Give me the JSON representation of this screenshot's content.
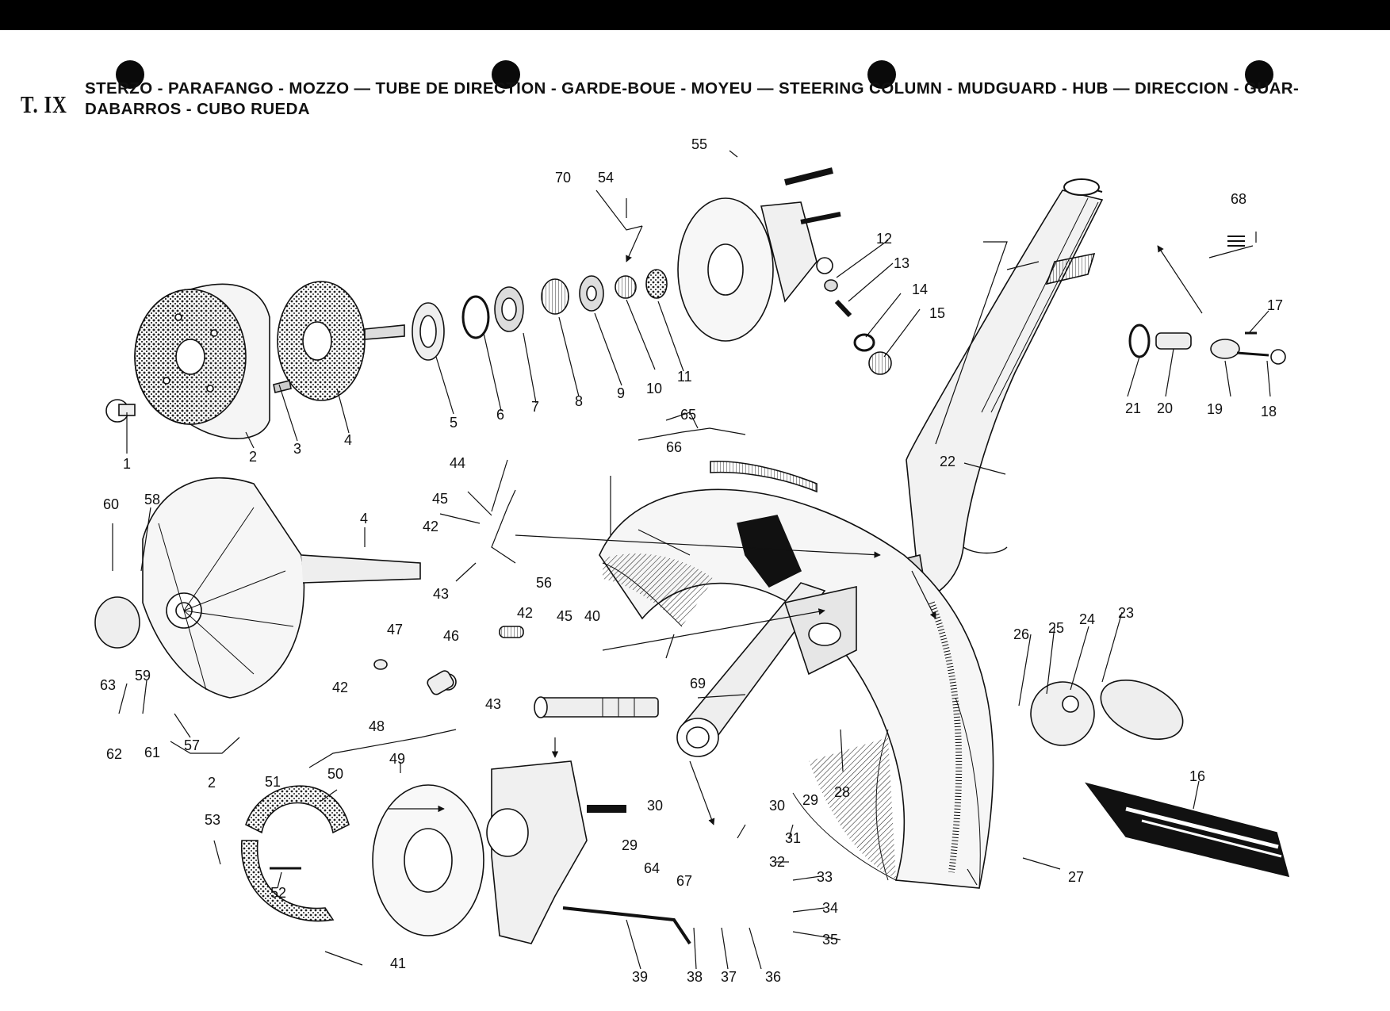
{
  "plate": {
    "label": "T. IX"
  },
  "header": {
    "line1": "STERZO - PARAFANGO - MOZZO — TUBE DE DIRECTION - GARDE-BOUE - MOYEU — STEERING COLUMN - MUDGUARD - HUB — DIRECCION - GUAR-",
    "line2": "DABARROS - CUBO RUEDA"
  },
  "parts": [
    {
      "id": "p1",
      "n": "1"
    },
    {
      "id": "p2",
      "n": "2"
    },
    {
      "id": "p3",
      "n": "3"
    },
    {
      "id": "p4",
      "n": "4"
    },
    {
      "id": "p5",
      "n": "5"
    },
    {
      "id": "p6",
      "n": "6"
    },
    {
      "id": "p7",
      "n": "7"
    },
    {
      "id": "p8",
      "n": "8"
    },
    {
      "id": "p9",
      "n": "9"
    },
    {
      "id": "p10",
      "n": "10"
    },
    {
      "id": "p11",
      "n": "11"
    },
    {
      "id": "p12",
      "n": "12"
    },
    {
      "id": "p13",
      "n": "13"
    },
    {
      "id": "p14",
      "n": "14"
    },
    {
      "id": "p15",
      "n": "15"
    },
    {
      "id": "p16",
      "n": "16"
    },
    {
      "id": "p17",
      "n": "17"
    },
    {
      "id": "p18",
      "n": "18"
    },
    {
      "id": "p19",
      "n": "19"
    },
    {
      "id": "p20",
      "n": "20"
    },
    {
      "id": "p21",
      "n": "21"
    },
    {
      "id": "p22",
      "n": "22"
    },
    {
      "id": "p23",
      "n": "23"
    },
    {
      "id": "p24",
      "n": "24"
    },
    {
      "id": "p25",
      "n": "25"
    },
    {
      "id": "p26",
      "n": "26"
    },
    {
      "id": "p27",
      "n": "27"
    },
    {
      "id": "p28",
      "n": "28"
    },
    {
      "id": "p29a",
      "n": "29"
    },
    {
      "id": "p29b",
      "n": "29"
    },
    {
      "id": "p30a",
      "n": "30"
    },
    {
      "id": "p30b",
      "n": "30"
    },
    {
      "id": "p31",
      "n": "31"
    },
    {
      "id": "p32",
      "n": "32"
    },
    {
      "id": "p33",
      "n": "33"
    },
    {
      "id": "p34",
      "n": "34"
    },
    {
      "id": "p35",
      "n": "35"
    },
    {
      "id": "p36",
      "n": "36"
    },
    {
      "id": "p37",
      "n": "37"
    },
    {
      "id": "p38",
      "n": "38"
    },
    {
      "id": "p39",
      "n": "39"
    },
    {
      "id": "p40",
      "n": "40"
    },
    {
      "id": "p41",
      "n": "41"
    },
    {
      "id": "p42a",
      "n": "42"
    },
    {
      "id": "p42b",
      "n": "42"
    },
    {
      "id": "p42c",
      "n": "42"
    },
    {
      "id": "p43a",
      "n": "43"
    },
    {
      "id": "p43b",
      "n": "43"
    },
    {
      "id": "p44",
      "n": "44"
    },
    {
      "id": "p45a",
      "n": "45"
    },
    {
      "id": "p45b",
      "n": "45"
    },
    {
      "id": "p46",
      "n": "46"
    },
    {
      "id": "p47",
      "n": "47"
    },
    {
      "id": "p48",
      "n": "48"
    },
    {
      "id": "p49",
      "n": "49"
    },
    {
      "id": "p50",
      "n": "50"
    },
    {
      "id": "p51",
      "n": "51"
    },
    {
      "id": "p52",
      "n": "52"
    },
    {
      "id": "p53",
      "n": "53"
    },
    {
      "id": "p54",
      "n": "54"
    },
    {
      "id": "p55",
      "n": "55"
    },
    {
      "id": "p56",
      "n": "56"
    },
    {
      "id": "p57",
      "n": "57"
    },
    {
      "id": "p58",
      "n": "58"
    },
    {
      "id": "p59",
      "n": "59"
    },
    {
      "id": "p60",
      "n": "60"
    },
    {
      "id": "p61",
      "n": "61"
    },
    {
      "id": "p62",
      "n": "62"
    },
    {
      "id": "p63",
      "n": "63"
    },
    {
      "id": "p64",
      "n": "64"
    },
    {
      "id": "p65",
      "n": "65"
    },
    {
      "id": "p66",
      "n": "66"
    },
    {
      "id": "p67",
      "n": "67"
    },
    {
      "id": "p68",
      "n": "68"
    },
    {
      "id": "p69",
      "n": "69"
    },
    {
      "id": "p70",
      "n": "70"
    },
    {
      "id": "p2b",
      "n": "2"
    },
    {
      "id": "p4b",
      "n": "4"
    }
  ]
}
